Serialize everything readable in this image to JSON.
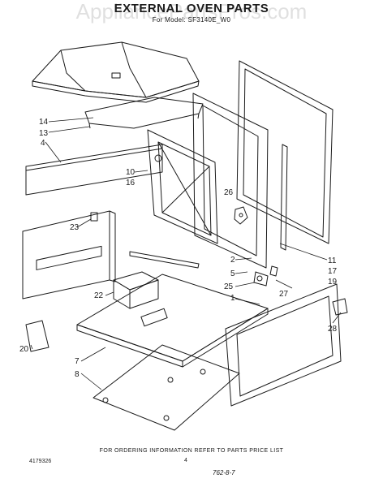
{
  "watermark": "AppliancePartsPros.com",
  "title": "EXTERNAL OVEN PARTS",
  "subtitle": "For Model: SF3140E_W0",
  "callouts": {
    "c14": "14",
    "c13": "13",
    "c4": "4",
    "c10": "10",
    "c16": "16",
    "c23": "23",
    "c26": "26",
    "c2": "2",
    "c5": "5",
    "c25": "25",
    "c27": "27",
    "c1": "1",
    "c11": "11",
    "c17": "17",
    "c19": "19",
    "c28": "28",
    "c22": "22",
    "c7": "7",
    "c8": "8",
    "c20": "20"
  },
  "footer": {
    "order_note": "FOR ORDERING INFORMATION REFER TO PARTS PRICE LIST",
    "doc_number": "4179326",
    "page": "4",
    "revision": "762-8-7"
  },
  "colors": {
    "ink": "#1a1a1a",
    "paper": "#ffffff"
  }
}
